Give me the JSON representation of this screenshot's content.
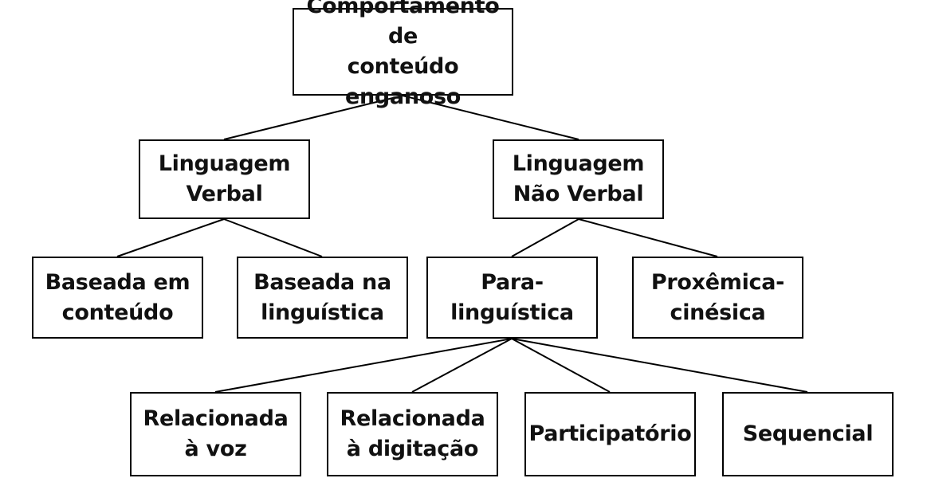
{
  "diagram": {
    "root": "Comportamento de\nconteúdo enganoso",
    "verbal": "Linguagem\nVerbal",
    "nao_verbal": "Linguagem\nNão Verbal",
    "baseada_conteudo": "Baseada em\nconteúdo",
    "baseada_linguistica": "Baseada na\nlinguística",
    "paralinguistica": "Para-\nlinguística",
    "proxemica": "Proxêmica-\ncinésica",
    "relacionada_voz": "Relacionada\nà voz",
    "relacionada_digitacao": "Relacionada\nà digitação",
    "participatorio": "Participatório",
    "sequencial": "Sequencial"
  },
  "edges": [
    [
      "root",
      "verbal"
    ],
    [
      "root",
      "nao_verbal"
    ],
    [
      "verbal",
      "baseada_conteudo"
    ],
    [
      "verbal",
      "baseada_linguistica"
    ],
    [
      "nao_verbal",
      "paralinguistica"
    ],
    [
      "nao_verbal",
      "proxemica"
    ],
    [
      "paralinguistica",
      "relacionada_voz"
    ],
    [
      "paralinguistica",
      "relacionada_digitacao"
    ],
    [
      "paralinguistica",
      "participatorio"
    ],
    [
      "paralinguistica",
      "sequencial"
    ]
  ]
}
